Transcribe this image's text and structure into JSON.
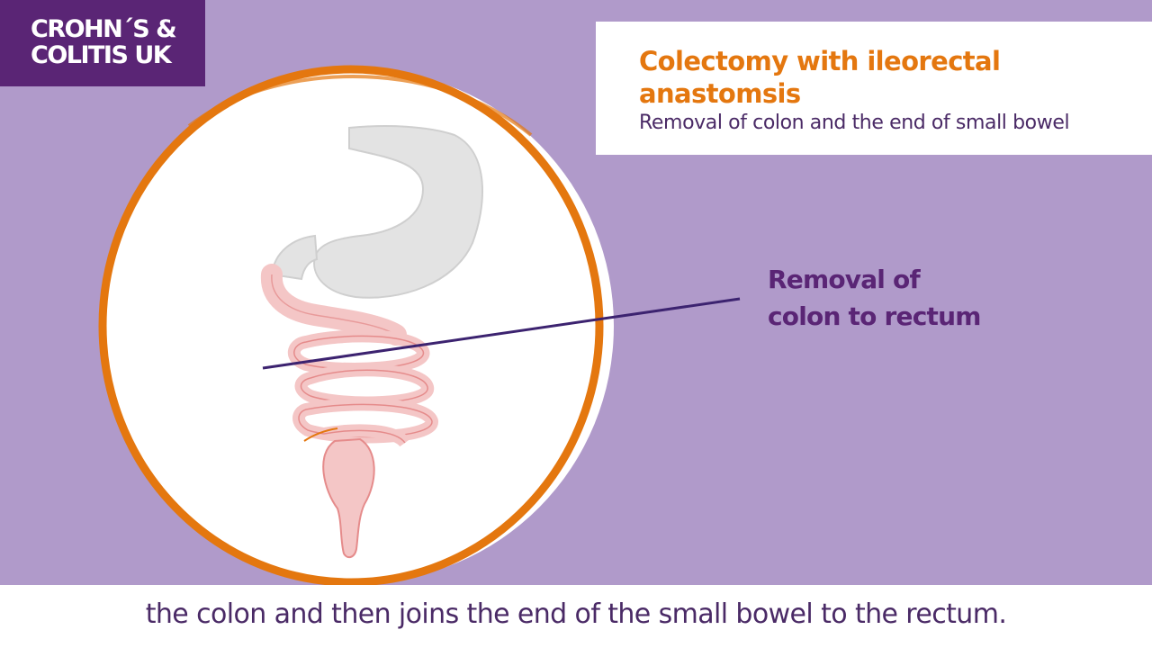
{
  "logo": {
    "line1": "CROHN´S &",
    "line2": "COLITIS UK"
  },
  "title_card": {
    "title": "Colectomy with ileorectal anastomsis",
    "subtitle": "Removal of colon and the end of small bowel"
  },
  "callout": {
    "line1": "Removal of",
    "line2": "colon to rectum"
  },
  "caption": "the colon and then joins the end of the small bowel to the rectum.",
  "colors": {
    "background": "#b09aca",
    "logo_bg": "#5a2575",
    "ring": "#e4770f",
    "title": "#e4770f",
    "text_purple": "#4a2a66",
    "bowel_pink": "#f4c6c6",
    "stomach_grey": "#e3e3e3"
  }
}
